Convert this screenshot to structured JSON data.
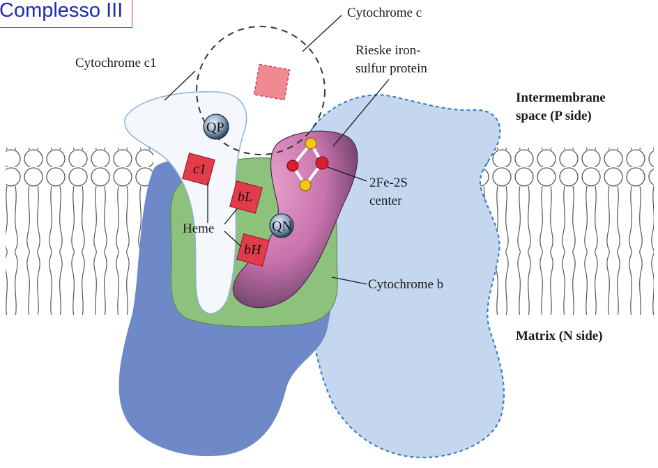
{
  "title": "Complesso III",
  "labels": {
    "cytochrome_c": "Cytochrome c",
    "cytochrome_c1": "Cytochrome c1",
    "rieske_line1": "Rieske iron-",
    "rieske_line2": "sulfur protein",
    "intermembrane_line1": "Intermembrane",
    "intermembrane_line2": "space (P side)",
    "matrix": "Matrix (N side)",
    "fe_s_line1": "2Fe-2S",
    "fe_s_line2": "center",
    "cytochrome_b": "Cytochrome b",
    "heme": "Heme"
  },
  "hemes": {
    "c1": "c1",
    "bL": "bL",
    "bH": "bH"
  },
  "quinone_sites": {
    "qp": "QP",
    "qn": "QN"
  },
  "colors": {
    "protein_blue": "#6f89c8",
    "light_blue": "#c5d7ef",
    "green": "#8dc27d",
    "purple": "#9a5d95",
    "pink": "#d97ab5",
    "heme_red": "#e23b4a",
    "title_text": "#1a2cb8",
    "title_border": "#d23a3a"
  }
}
